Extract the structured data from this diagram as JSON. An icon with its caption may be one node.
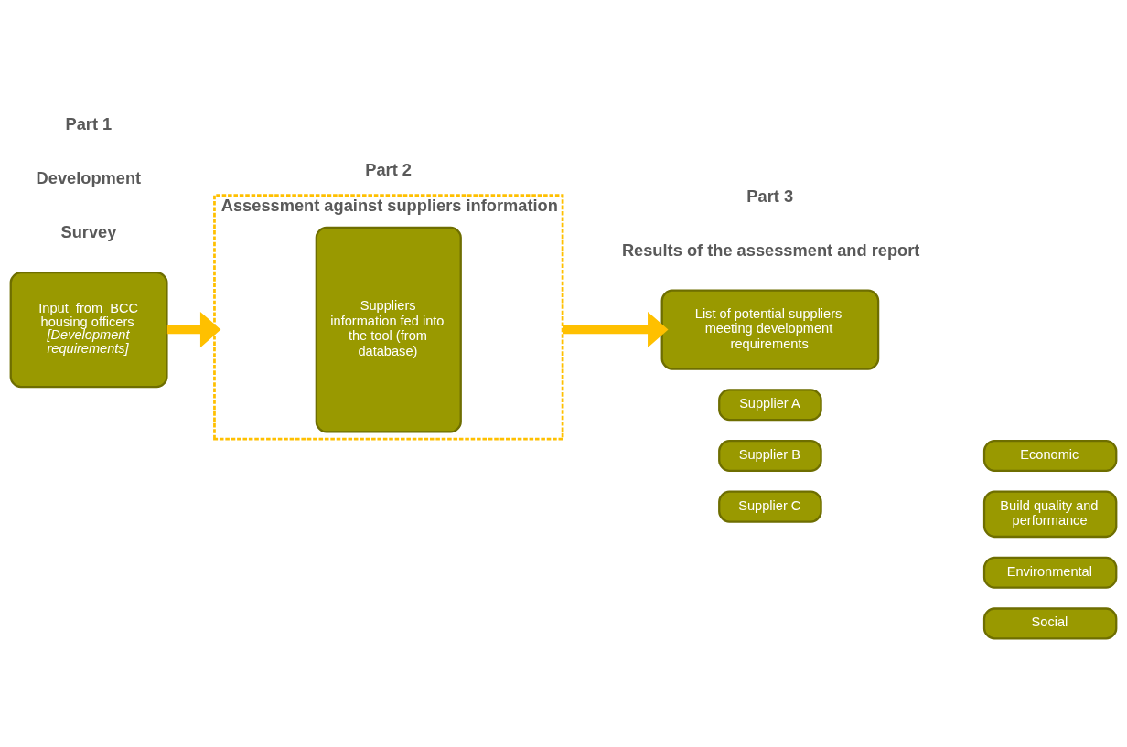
{
  "diagram": {
    "nodes": [
      {
        "text": [
          "Input  from  BCC housing officers",
          "[Development requirements]"
        ]
      },
      {
        "text": [
          "Assessment against suppliers information"
        ]
      },
      {
        "text": [
          "Suppliers information fed into the tool (from database)"
        ],
        "in": 1
      },
      {
        "text": [
          "List of potential suppliers meeting development requirements"
        ]
      },
      {
        "text": [
          "Supplier A"
        ]
      },
      {
        "text": [
          "Supplier B"
        ]
      },
      {
        "text": [
          "Supplier C"
        ]
      },
      {
        "text": [
          "Economic"
        ]
      },
      {
        "text": [
          "Build quality and performance"
        ]
      },
      {
        "text": [
          "Environmental"
        ]
      },
      {
        "text": [
          "Social"
        ]
      }
    ],
    "edges": [
      {
        "from": 0,
        "to": 1,
        "arrow": "to"
      },
      {
        "from": 1,
        "to": 3,
        "arrow": "to"
      }
    ],
    "labels": [
      "Part 1",
      "Development",
      "Survey",
      "Part 2",
      "Part 3",
      "Results of the assessment and report"
    ]
  }
}
